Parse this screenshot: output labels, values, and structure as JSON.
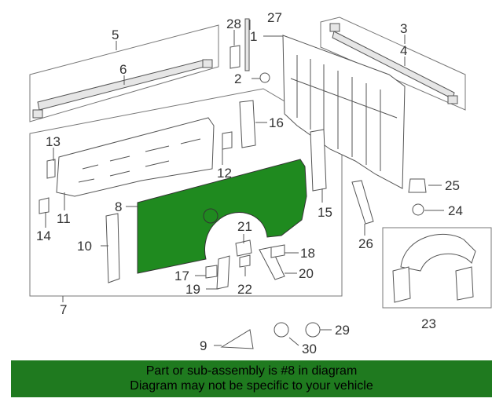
{
  "callouts": [
    {
      "id": "1",
      "text": "1"
    },
    {
      "id": "2",
      "text": "2"
    },
    {
      "id": "3",
      "text": "3"
    },
    {
      "id": "4",
      "text": "4"
    },
    {
      "id": "5",
      "text": "5"
    },
    {
      "id": "6",
      "text": "6"
    },
    {
      "id": "7",
      "text": "7"
    },
    {
      "id": "8",
      "text": "8"
    },
    {
      "id": "9",
      "text": "9"
    },
    {
      "id": "10",
      "text": "10"
    },
    {
      "id": "11",
      "text": "11"
    },
    {
      "id": "12",
      "text": "12"
    },
    {
      "id": "13",
      "text": "13"
    },
    {
      "id": "14",
      "text": "14"
    },
    {
      "id": "15",
      "text": "15"
    },
    {
      "id": "16",
      "text": "16"
    },
    {
      "id": "17",
      "text": "17"
    },
    {
      "id": "18",
      "text": "18"
    },
    {
      "id": "19",
      "text": "19"
    },
    {
      "id": "20",
      "text": "20"
    },
    {
      "id": "21",
      "text": "21"
    },
    {
      "id": "22",
      "text": "22"
    },
    {
      "id": "23",
      "text": "23"
    },
    {
      "id": "24",
      "text": "24"
    },
    {
      "id": "25",
      "text": "25"
    },
    {
      "id": "26",
      "text": "26"
    },
    {
      "id": "27",
      "text": "27"
    },
    {
      "id": "28",
      "text": "28"
    },
    {
      "id": "29",
      "text": "29"
    },
    {
      "id": "30",
      "text": "30"
    }
  ],
  "highlight": {
    "part": "8",
    "color": "#1f8a1f"
  },
  "banner": {
    "line1": "Part or sub-assembly is #8 in diagram",
    "line2": "Diagram may not be specific to your vehicle",
    "color": "#1f7a1f"
  }
}
